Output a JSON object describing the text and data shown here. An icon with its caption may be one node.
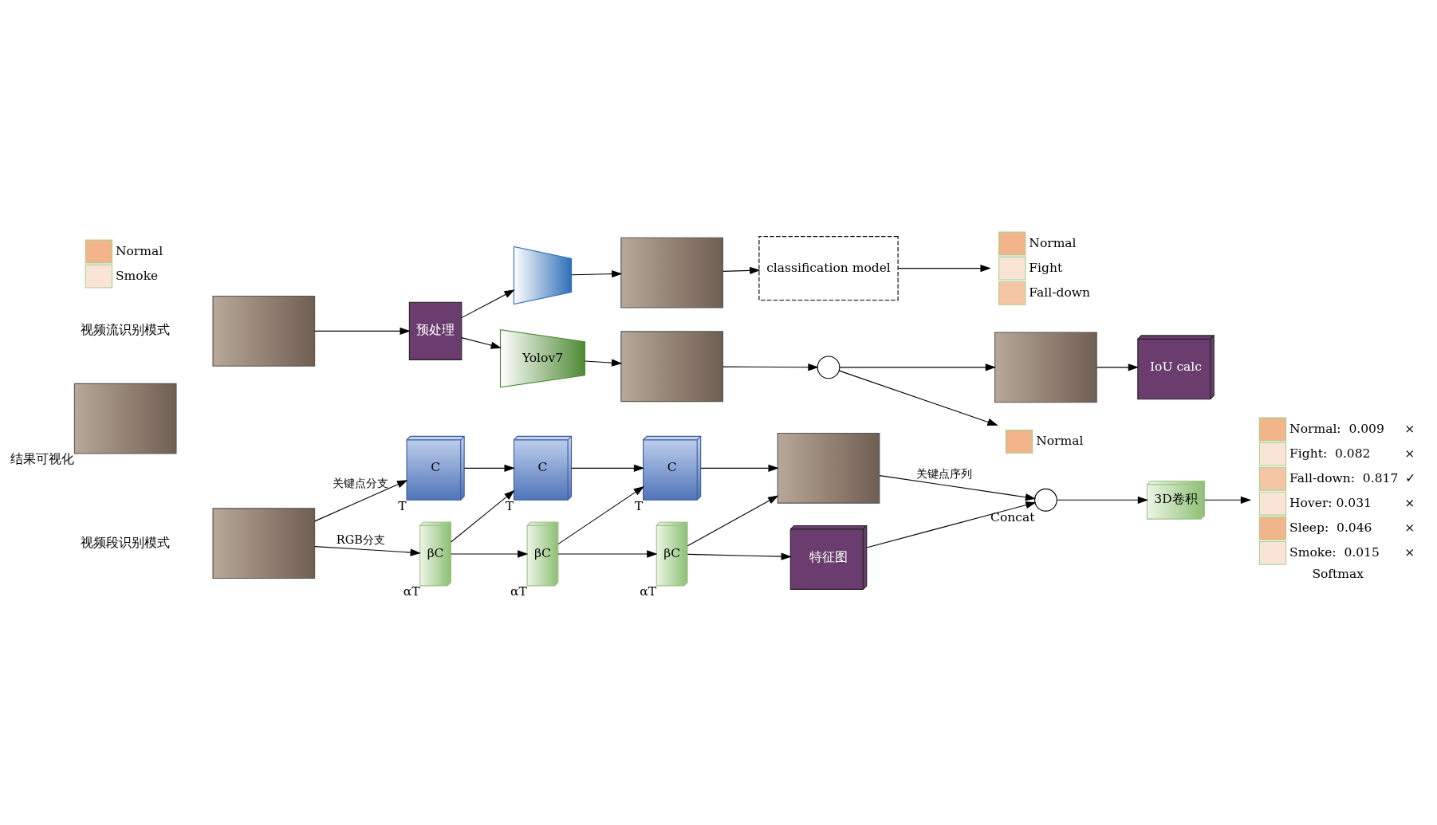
{
  "diagram": {
    "nodes": [
      {
        "text": [],
        "shape": "picture"
      },
      {
        "text": [
          "C"
        ],
        "beside": [
          "T"
        ]
      },
      {
        "text": [
          "C"
        ],
        "beside": [
          "T"
        ]
      },
      {
        "text": [
          "C"
        ],
        "beside": [
          "T"
        ]
      },
      {
        "text": [
          "βC"
        ],
        "beside": [
          "αT"
        ]
      },
      {
        "text": [
          "βC"
        ],
        "beside": [
          "αT"
        ]
      },
      {
        "text": [
          "βC"
        ],
        "beside": [
          "αT"
        ]
      },
      {
        "text": [],
        "shape": "picture"
      },
      {
        "text": [
          "特征图"
        ]
      },
      {
        "text": [],
        "shape": "circle",
        "beside": [
          "Concat"
        ]
      },
      {
        "text": [
          "3D卷积"
        ]
      },
      {
        "text": [
          "Normal:  0.009",
          "Fight:  0.082",
          "Fall-down:  0.817",
          "Hover: 0.031",
          "Sleep:  0.046",
          "Smoke:  0.015",
          "Softmax"
        ],
        "beside": [
          "×",
          "×",
          "✓",
          "×",
          "×",
          "×"
        ]
      },
      {
        "text": [],
        "shape": "picture",
        "beside": [
          "结果可视化"
        ]
      },
      {
        "text": [],
        "shape": "picture"
      },
      {
        "text": [
          "预处理"
        ]
      },
      {
        "text": [],
        "shape": "trapezoid"
      },
      {
        "text": [
          "Yolov7"
        ]
      },
      {
        "text": [],
        "shape": "picture"
      },
      {
        "text": [
          "classification model"
        ]
      },
      {
        "text": [
          "Normal",
          "Fight",
          "Fall-down"
        ]
      },
      {
        "text": [],
        "shape": "picture"
      },
      {
        "text": [],
        "shape": "circle"
      },
      {
        "text": [],
        "shape": "picture"
      },
      {
        "text": [
          "IoU calc"
        ]
      },
      {
        "text": [
          "Normal",
          "Smoke"
        ]
      },
      {
        "text": [
          "Normal"
        ]
      }
    ],
    "edges": [
      {
        "from": 0,
        "to": 1,
        "arrow": "to",
        "label": "关键点分支"
      },
      {
        "from": 0,
        "to": 4,
        "arrow": "to",
        "label": "RGB分支"
      },
      {
        "from": 1,
        "to": 2,
        "arrow": "to"
      },
      {
        "from": 4,
        "to": 2,
        "arrow": "to"
      },
      {
        "from": 4,
        "to": 5,
        "arrow": "to"
      },
      {
        "from": 2,
        "to": 3,
        "arrow": "to"
      },
      {
        "from": 5,
        "to": 3,
        "arrow": "to"
      },
      {
        "from": 5,
        "to": 6,
        "arrow": "to"
      },
      {
        "from": 3,
        "to": 7,
        "arrow": "to"
      },
      {
        "from": 6,
        "to": 7,
        "arrow": "to"
      },
      {
        "from": 6,
        "to": 8,
        "arrow": "to"
      },
      {
        "from": 7,
        "to": 9,
        "arrow": "to",
        "label": "关键点序列"
      },
      {
        "from": 8,
        "to": 9,
        "arrow": "to"
      },
      {
        "from": 9,
        "to": 10,
        "arrow": "to"
      },
      {
        "from": 10,
        "to": 11,
        "arrow": "to"
      },
      {
        "from": 13,
        "to": 14,
        "arrow": "to"
      },
      {
        "from": 14,
        "to": 15,
        "arrow": "to"
      },
      {
        "from": 14,
        "to": 16,
        "arrow": "to"
      },
      {
        "from": 15,
        "to": 17,
        "arrow": "to"
      },
      {
        "from": 17,
        "to": 18,
        "arrow": "to"
      },
      {
        "from": 18,
        "to": 19,
        "arrow": "to"
      },
      {
        "from": 16,
        "to": 20,
        "arrow": "to"
      },
      {
        "from": 20,
        "to": 21,
        "arrow": "to"
      },
      {
        "from": 21,
        "to": 22,
        "arrow": "to"
      },
      {
        "from": 22,
        "to": 23,
        "arrow": "to"
      },
      {
        "from": 21,
        "to": 25,
        "arrow": "to"
      }
    ],
    "labels": [
      "视频段识别模式",
      "视频流识别模式"
    ]
  }
}
